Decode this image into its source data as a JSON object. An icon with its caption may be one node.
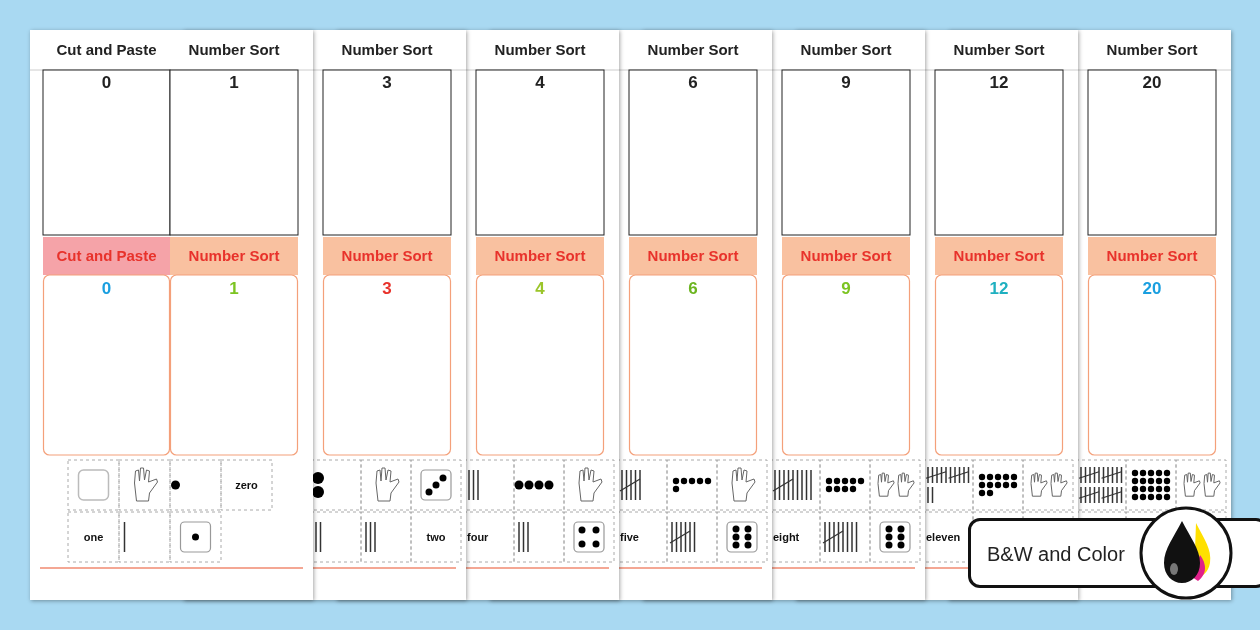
{
  "diagram": {
    "labels": [
      "Cut and Paste",
      "Number Sort",
      "0",
      "1",
      "Number Sort",
      "3",
      "Number Sort",
      "4",
      "Number Sort",
      "6",
      "Number Sort",
      "9",
      "Number Sort",
      "12",
      "Number Sort",
      "20",
      "Cut and Paste",
      "Number Sort",
      "0",
      "1",
      "Number Sort",
      "3",
      "Number Sort",
      "4",
      "Number Sort",
      "6",
      "Number Sort",
      "9",
      "Number Sort",
      "12",
      "Number Sort",
      "20",
      "zero",
      "one",
      "two",
      "four",
      "five",
      "eight",
      "eleven",
      "B&W and Color"
    ]
  }
}
